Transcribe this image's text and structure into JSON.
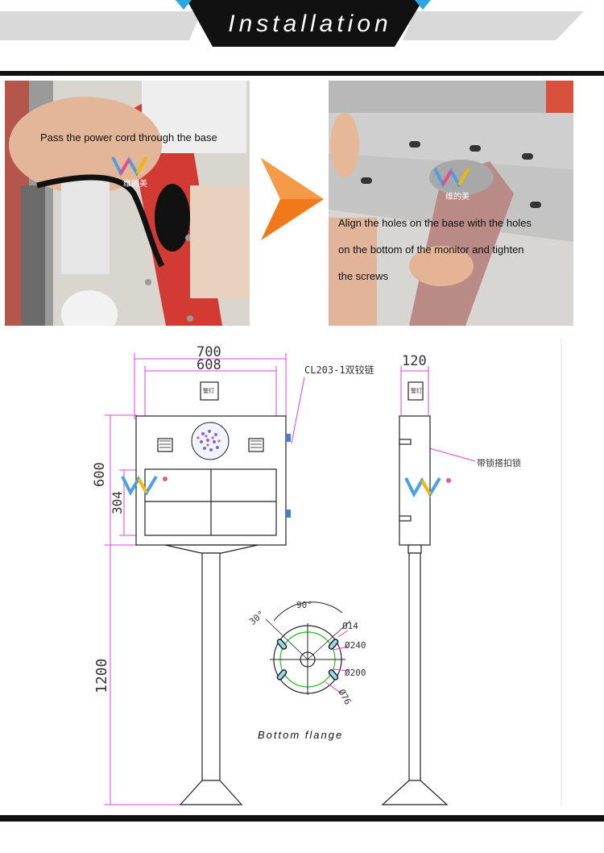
{
  "header": {
    "title": "Installation",
    "accent_color": "#2aa7e0",
    "band_color": "#d9d9d9",
    "banner_color": "#111111"
  },
  "step1": {
    "caption": "Pass the power cord through the base",
    "brand_mark": "维的美"
  },
  "step2": {
    "caption_line1": "Align the holes on the base with the holes",
    "caption_line2": "on the bottom of the monitor and tighten",
    "caption_line3": "the screws",
    "brand_mark": "维的美"
  },
  "arrow": {
    "color": "#f07a1a"
  },
  "drawing": {
    "front": {
      "width_outer": "700",
      "width_inner": "608",
      "height_box": "600",
      "height_panel": "304",
      "height_pole": "1200",
      "hinge_label": "CL203-1双铰链",
      "lamp_label": "警灯"
    },
    "side": {
      "depth": "120",
      "lock_label": "带锁搭扣锁",
      "lamp_label": "警灯"
    },
    "flange": {
      "angle_small": "30°",
      "angle_large": "90°",
      "d14": "Ø14",
      "d240": "Ø240",
      "d200": "Ø200",
      "d76": "Ø76",
      "label": "Bottom flange"
    },
    "dim_color": "#e040e0"
  }
}
